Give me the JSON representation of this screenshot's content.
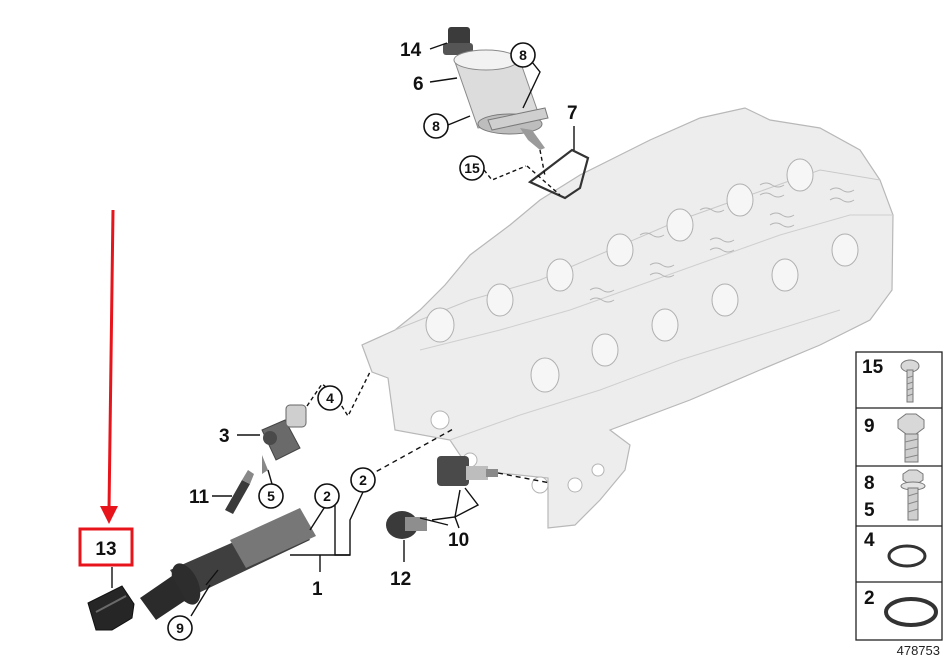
{
  "callouts": {
    "c14": "14",
    "c6": "6",
    "c8a": "8",
    "c8b": "8",
    "c7": "7",
    "c15": "15",
    "c4": "4",
    "c3": "3",
    "c11": "11",
    "c5": "5",
    "c2a": "2",
    "c2b": "2",
    "c1": "1",
    "c10": "10",
    "c12": "12",
    "c13": "13",
    "c9": "9"
  },
  "legend": {
    "row15": "15",
    "row9": "9",
    "row8": "8",
    "row5": "5",
    "row4": "4",
    "row2": "2"
  },
  "reference_number": "478753",
  "colors": {
    "highlight": "#e8141c",
    "line": "#111111",
    "part_fill": "#e9e9e9",
    "part_stroke": "#9a9a9a",
    "dark_part": "#3a3a3a"
  }
}
